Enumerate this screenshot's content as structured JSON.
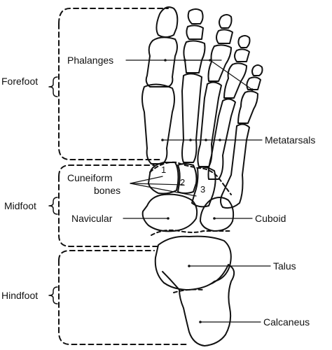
{
  "regions": {
    "forefoot": "Forefoot",
    "midfoot": "Midfoot",
    "hindfoot": "Hindfoot"
  },
  "labels": {
    "phalanges": "Phalanges",
    "metatarsals": "Metatarsals",
    "cuneiform_line1": "Cuneiform",
    "cuneiform_line2": "bones",
    "navicular": "Navicular",
    "cuboid": "Cuboid",
    "talus": "Talus",
    "calcaneus": "Calcaneus"
  },
  "cuneiform_numbers": [
    "1",
    "2",
    "3"
  ],
  "colors": {
    "ink": "#111111",
    "background": "#ffffff"
  }
}
